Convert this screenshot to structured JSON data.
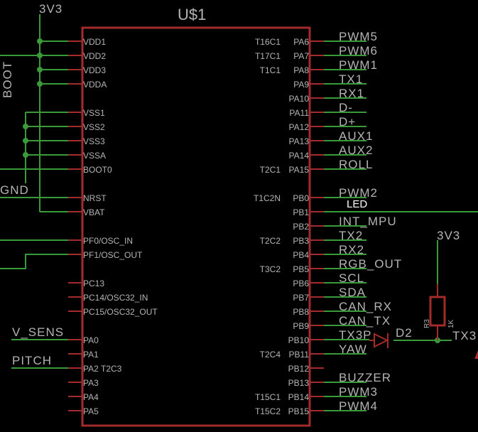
{
  "part": {
    "name": "U$1"
  },
  "colors": {
    "pin": "#a52a2a",
    "net": "#3a9a3a",
    "label": "#b4b4b4",
    "highlight": "#ffffff",
    "background": "#000000"
  },
  "left_pins": [
    {
      "name": "VDD1",
      "net": "3V3"
    },
    {
      "name": "VDD2",
      "net": "3V3"
    },
    {
      "name": "VDD3",
      "net": "3V3"
    },
    {
      "name": "VDDA",
      "net": "3V3"
    },
    {
      "name": "VSS1",
      "net": "GND"
    },
    {
      "name": "VSS2",
      "net": "GND"
    },
    {
      "name": "VSS3",
      "net": "GND"
    },
    {
      "name": "VSSA",
      "net": "GND"
    },
    {
      "name": "BOOT0",
      "net": ""
    },
    {
      "name": "NRST",
      "net": ""
    },
    {
      "name": "VBAT",
      "net": "3V3"
    },
    {
      "name": "PF0/OSC_IN",
      "net": ""
    },
    {
      "name": "PF1/OSC_OUT",
      "net": ""
    },
    {
      "name": "PC13",
      "net": ""
    },
    {
      "name": "PC14/OSC32_IN",
      "net": ""
    },
    {
      "name": "PC15/OSC32_OUT",
      "net": ""
    },
    {
      "name": "PA0",
      "net": "V_SENS"
    },
    {
      "name": "PA1",
      "net": ""
    },
    {
      "name": "PA2",
      "net": "PITCH",
      "func": "T2C3"
    },
    {
      "name": "PA3",
      "net": ""
    },
    {
      "name": "PA4",
      "net": ""
    },
    {
      "name": "PA5",
      "net": ""
    }
  ],
  "right_pins": [
    {
      "name": "PA6",
      "func": "T16C1",
      "net": "PWM5"
    },
    {
      "name": "PA7",
      "func": "T17C1",
      "net": "PWM6"
    },
    {
      "name": "PA8",
      "func": "T1C1",
      "net": "PWM1"
    },
    {
      "name": "PA9",
      "func": "",
      "net": "TX1"
    },
    {
      "name": "PA10",
      "func": "",
      "net": "RX1"
    },
    {
      "name": "PA11",
      "func": "",
      "net": "D-"
    },
    {
      "name": "PA12",
      "func": "",
      "net": "D+"
    },
    {
      "name": "PA13",
      "func": "",
      "net": "AUX1"
    },
    {
      "name": "PA14",
      "func": "",
      "net": "AUX2"
    },
    {
      "name": "PA15",
      "func": "T2C1",
      "net": "ROLL"
    },
    {
      "name": "PB0",
      "func": "T1C2N",
      "net": "PWM2"
    },
    {
      "name": "PB1",
      "func": "",
      "net": "LED"
    },
    {
      "name": "PB2",
      "func": "",
      "net": "INT_MPU"
    },
    {
      "name": "PB3",
      "func": "T2C2",
      "net": "TX2"
    },
    {
      "name": "PB4",
      "func": "",
      "net": "RX2"
    },
    {
      "name": "PB5",
      "func": "T3C2",
      "net": "RGB_OUT"
    },
    {
      "name": "PB6",
      "func": "",
      "net": "SCL"
    },
    {
      "name": "PB7",
      "func": "",
      "net": "SDA"
    },
    {
      "name": "PB8",
      "func": "",
      "net": "CAN_RX"
    },
    {
      "name": "PB9",
      "func": "",
      "net": "CAN_TX"
    },
    {
      "name": "PB10",
      "func": "",
      "net": "TX3P"
    },
    {
      "name": "PB11",
      "func": "T2C4",
      "net": "YAW"
    },
    {
      "name": "PB12",
      "func": "",
      "net": ""
    },
    {
      "name": "PB13",
      "func": "",
      "net": "BUZZER"
    },
    {
      "name": "PB14",
      "func": "T15C1",
      "net": "PWM3"
    },
    {
      "name": "PB15",
      "func": "T15C2",
      "net": "PWM4"
    }
  ],
  "net_labels": {
    "top_3v3": "3V3",
    "boot": "BOOT",
    "gnd": "GND",
    "right_3v3": "3V3",
    "tx3": "TX3"
  },
  "diode": {
    "name": "D2"
  },
  "resistor": {
    "name": "R3",
    "value": "1K"
  }
}
